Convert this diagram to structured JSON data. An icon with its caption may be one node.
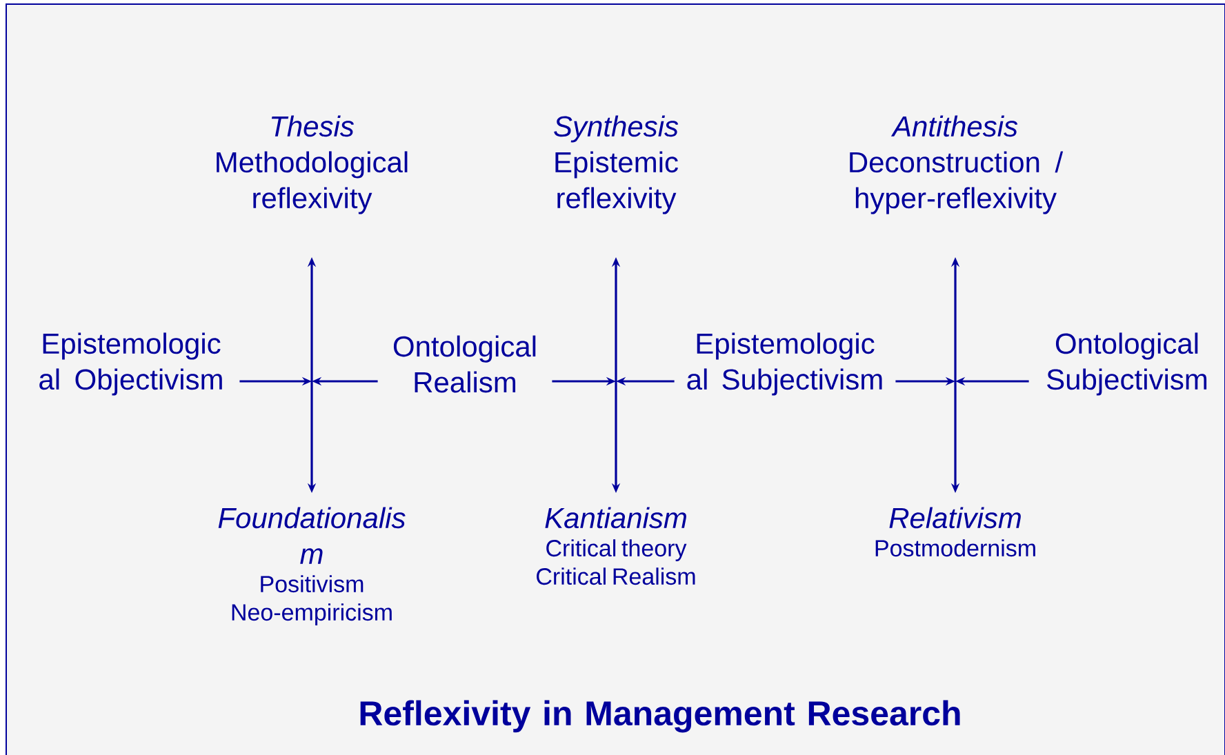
{
  "diagram": {
    "title": "Reflexivity in Management Research",
    "nodes": [
      {
        "text": [
          "Thesis",
          "Methodological reflexivity"
        ]
      },
      {
        "text": [
          "Synthesis",
          "Epistemic reflexivity"
        ]
      },
      {
        "text": [
          "Antithesis",
          "Deconstruction / hyper-reflexivity"
        ]
      },
      {
        "text": [
          "Epistemologic al Objectivism"
        ]
      },
      {
        "text": [
          "Ontological Realism"
        ]
      },
      {
        "text": [
          "Epistemologic al Subjectivism"
        ]
      },
      {
        "text": [
          "Ontological Subjectivism"
        ]
      },
      {
        "text": [
          "Foundationalis m",
          "Positivism",
          "Neo-empiricism"
        ]
      },
      {
        "text": [
          "Kantianism",
          "Critical theory",
          "Critical Realism"
        ]
      },
      {
        "text": [
          "Relativism",
          "Postmodernism"
        ]
      }
    ],
    "edges": [
      {
        "from": 0,
        "to": 7,
        "arrow": "both"
      },
      {
        "from": 1,
        "to": 8,
        "arrow": "both"
      },
      {
        "from": 2,
        "to": 9,
        "arrow": "both"
      },
      {
        "from": 3,
        "to": null,
        "arrow": "to"
      },
      {
        "from": 4,
        "to": null,
        "arrow": "to"
      },
      {
        "from": 4,
        "to": null,
        "arrow": "to"
      },
      {
        "from": 5,
        "to": null,
        "arrow": "to"
      },
      {
        "from": 5,
        "to": null,
        "arrow": "to"
      },
      {
        "from": 6,
        "to": null,
        "arrow": "to"
      }
    ]
  }
}
